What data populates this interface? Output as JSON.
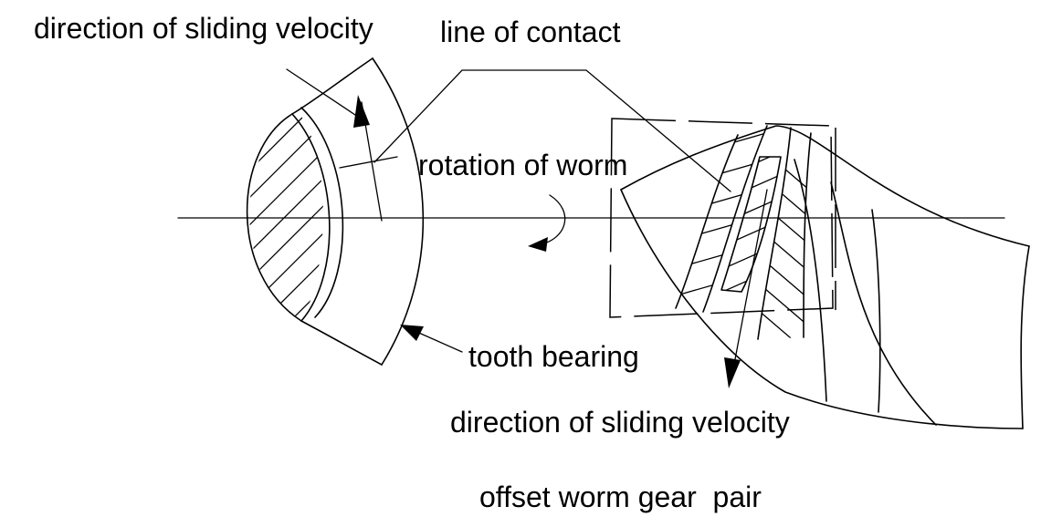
{
  "labels": {
    "sliding_velocity_top": "direction of sliding velocity",
    "line_of_contact": "line of contact",
    "rotation_of_worm": "rotation of worm",
    "tooth_bearing": "tooth bearing",
    "sliding_velocity_bottom": "direction of sliding velocity",
    "caption": "offset worm gear  pair"
  },
  "colors": {
    "stroke": "#000000",
    "background": "#ffffff"
  }
}
